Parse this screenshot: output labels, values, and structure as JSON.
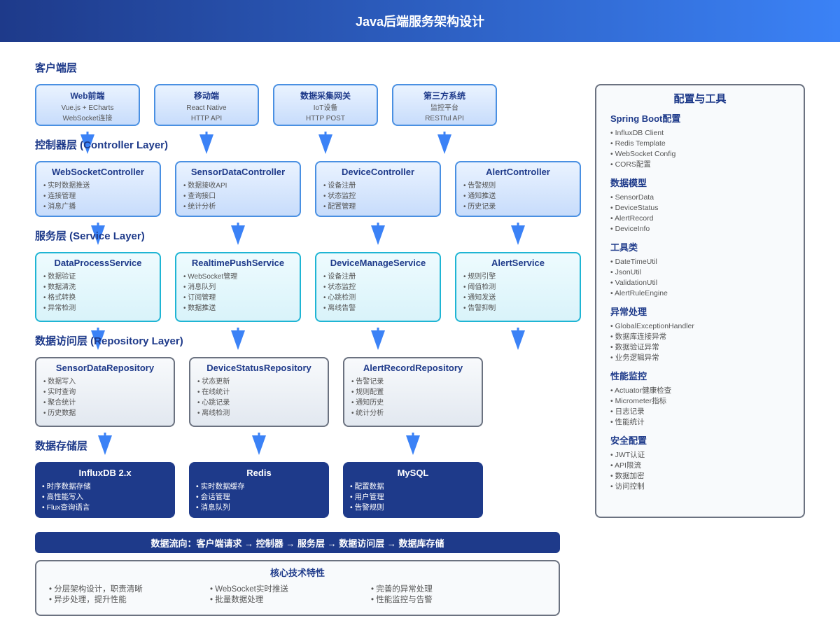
{
  "title": "Java后端服务架构设计",
  "colors": {
    "primary": "#1e3a8a",
    "accent": "#3b82f6",
    "service_border": "#1fb5d4",
    "repo_border": "#6b7280"
  },
  "sections": {
    "client": "客户端层",
    "controller": "控制器层 (Controller Layer)",
    "service": "服务层 (Service Layer)",
    "repository": "数据访问层 (Repository Layer)",
    "storage": "数据存储层"
  },
  "clients": [
    {
      "title": "Web前端",
      "lines": [
        "Vue.js + ECharts",
        "WebSocket连接"
      ]
    },
    {
      "title": "移动端",
      "lines": [
        "React Native",
        "HTTP API"
      ]
    },
    {
      "title": "数据采集网关",
      "lines": [
        "IoT设备",
        "HTTP POST"
      ]
    },
    {
      "title": "第三方系统",
      "lines": [
        "监控平台",
        "RESTful API"
      ]
    }
  ],
  "controllers": [
    {
      "title": "WebSocketController",
      "items": [
        "实时数据推送",
        "连接管理",
        "消息广播"
      ]
    },
    {
      "title": "SensorDataController",
      "items": [
        "数据接收API",
        "查询接口",
        "统计分析"
      ]
    },
    {
      "title": "DeviceController",
      "items": [
        "设备注册",
        "状态监控",
        "配置管理"
      ]
    },
    {
      "title": "AlertController",
      "items": [
        "告警规则",
        "通知推送",
        "历史记录"
      ]
    }
  ],
  "services": [
    {
      "title": "DataProcessService",
      "items": [
        "数据验证",
        "数据清洗",
        "格式转换",
        "异常检测"
      ]
    },
    {
      "title": "RealtimePushService",
      "items": [
        "WebSocket管理",
        "消息队列",
        "订阅管理",
        "数据推送"
      ]
    },
    {
      "title": "DeviceManageService",
      "items": [
        "设备注册",
        "状态监控",
        "心跳检测",
        "离线告警"
      ]
    },
    {
      "title": "AlertService",
      "items": [
        "规则引擎",
        "阈值检测",
        "通知发送",
        "告警抑制"
      ]
    }
  ],
  "repositories": [
    {
      "title": "SensorDataRepository",
      "items": [
        "数据写入",
        "实时查询",
        "聚合统计",
        "历史数据"
      ]
    },
    {
      "title": "DeviceStatusRepository",
      "items": [
        "状态更新",
        "在线统计",
        "心跳记录",
        "离线检测"
      ]
    },
    {
      "title": "AlertRecordRepository",
      "items": [
        "告警记录",
        "规则配置",
        "通知历史",
        "统计分析"
      ]
    }
  ],
  "storages": [
    {
      "title": "InfluxDB 2.x",
      "items": [
        "时序数据存储",
        "高性能写入",
        "Flux查询语言"
      ]
    },
    {
      "title": "Redis",
      "items": [
        "实时数据缓存",
        "会话管理",
        "消息队列"
      ]
    },
    {
      "title": "MySQL",
      "items": [
        "配置数据",
        "用户管理",
        "告警规则"
      ]
    }
  ],
  "flow": "数据流向：客户端请求 → 控制器 → 服务层 → 数据访问层 → 数据库存储",
  "features": {
    "title": "核心技术特性",
    "columns": [
      [
        "分层架构设计，职责清晰",
        "异步处理，提升性能"
      ],
      [
        "WebSocket实时推送",
        "批量数据处理"
      ],
      [
        "完善的异常处理",
        "性能监控与告警"
      ]
    ]
  },
  "sidebar": {
    "title": "配置与工具",
    "groups": [
      {
        "title": "Spring Boot配置",
        "items": [
          "InfluxDB Client",
          "Redis Template",
          "WebSocket Config",
          "CORS配置"
        ]
      },
      {
        "title": "数据模型",
        "items": [
          "SensorData",
          "DeviceStatus",
          "AlertRecord",
          "DeviceInfo"
        ]
      },
      {
        "title": "工具类",
        "items": [
          "DateTimeUtil",
          "JsonUtil",
          "ValidationUtil",
          "AlertRuleEngine"
        ]
      },
      {
        "title": "异常处理",
        "items": [
          "GlobalExceptionHandler",
          "数据库连接异常",
          "数据验证异常",
          "业务逻辑异常"
        ]
      },
      {
        "title": "性能监控",
        "items": [
          "Actuator健康检查",
          "Micrometer指标",
          "日志记录",
          "性能统计"
        ]
      },
      {
        "title": "安全配置",
        "items": [
          "JWT认证",
          "API限流",
          "数据加密",
          "访问控制"
        ]
      }
    ]
  }
}
